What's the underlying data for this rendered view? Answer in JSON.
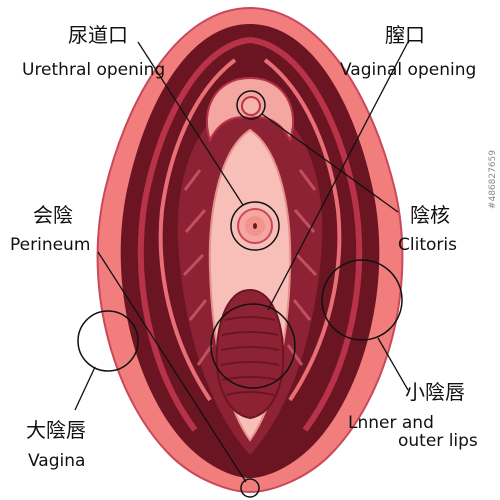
{
  "labels": {
    "urethral_jp": "尿道口",
    "urethral_en": "Urethral opening",
    "vaginal_jp": "膣口",
    "vaginal_en": "Vaginal opening",
    "clitoris_jp": "陰核",
    "clitoris_en": "Clitoris",
    "perineum_jp": "会陰",
    "perineum_en": "Perineum",
    "labia_minora_jp": "小陰唇",
    "labia_minora_en_line1": "Lnner and",
    "labia_minora_en_line2": "outer lips",
    "labia_majora_jp": "大陰唇",
    "labia_majora_en": "Vagina"
  },
  "stock_id": "#486827659",
  "colors": {
    "outer": "#f27d7d",
    "dark": "#6b1523",
    "mid": "#b8334a",
    "inner_pink": "#f4a6a0",
    "vestibule": "#f8bfb8",
    "canal": "#8e2235",
    "line": "#111111"
  }
}
